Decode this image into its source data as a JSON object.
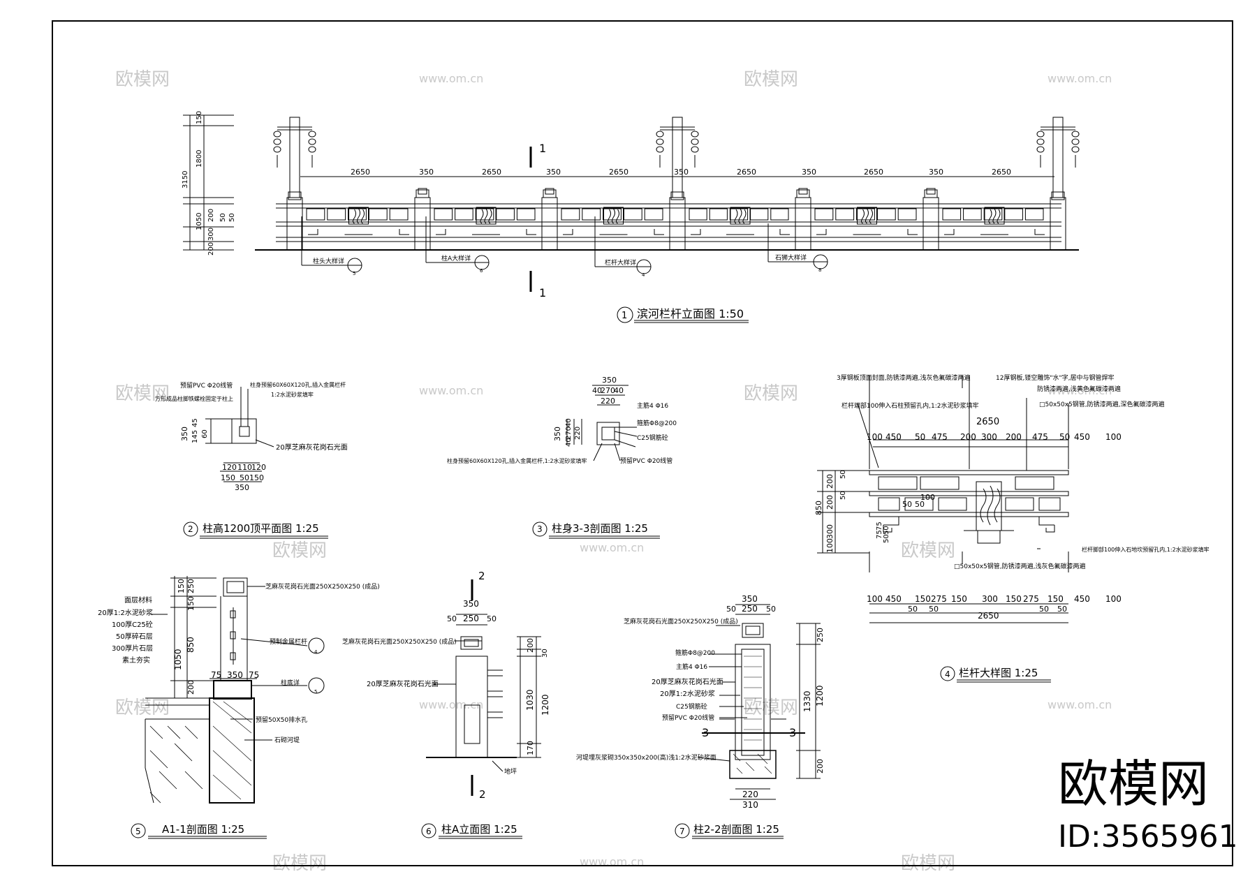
{
  "watermark": {
    "logo": "欧模网",
    "url": "www.om.cn"
  },
  "brand": {
    "logo": "欧模网",
    "id": "ID:3565961"
  },
  "section_marks": {
    "one": "1",
    "two": "2",
    "three": "3"
  },
  "view1": {
    "num": "1",
    "title": "滨河栏杆立面图 1:50",
    "spans": [
      "2650",
      "350",
      "2650",
      "350",
      "2650",
      "350",
      "2650",
      "350",
      "2650",
      "350",
      "2650"
    ],
    "heights": [
      "3150",
      "1800",
      "150",
      "1050",
      "300",
      "200",
      "200",
      "50",
      "50"
    ],
    "callouts": [
      {
        "text": "柱头大样详",
        "ref": "5"
      },
      {
        "text": "柱A大样详",
        "ref": "6"
      },
      {
        "text": "栏杆大样详",
        "ref": "4"
      },
      {
        "text": "石狮大样详",
        "ref": "8"
      }
    ]
  },
  "view2": {
    "num": "2",
    "title": "柱高1200顶平面图 1:25",
    "notes": [
      "预留PVC Φ20线管",
      "柱身预留60X60X120孔,插入金属栏杆",
      "方形成品柱脚铁螺栓固定于柱上",
      "1:2水泥砂浆填牢",
      "20厚芝麻灰花岗石光面"
    ],
    "dims": [
      "350",
      "45",
      "145",
      "60",
      "120",
      "110",
      "120",
      "150",
      "50",
      "150",
      "350"
    ]
  },
  "view3": {
    "num": "3",
    "title": "柱身3-3剖面图 1:25",
    "notes": [
      "主筋4 Φ16",
      "箍筋Φ8@200",
      "C25钢筋砼",
      "柱身预留60X60X120孔,插入金属栏杆,1:2水泥砂浆填牢",
      "预留PVC Φ20线管"
    ],
    "dims": [
      "350",
      "40",
      "270",
      "40",
      "220",
      "350",
      "40",
      "270",
      "40",
      "220"
    ]
  },
  "view4": {
    "num": "4",
    "title": "栏杆大样图 1:25",
    "notes": [
      "3厚钢板顶面封面,防锈漆两遍,浅灰色氟碳漆两遍",
      "12厚钢板,镂空雕饰\"水\"字,居中与钢管焊牢",
      "防锈漆两遍,浅黄色氟碳漆两遍",
      "□50x50x5钢管,防锈漆两遍,深色氟碳漆两遍",
      "栏杆端部100伸入石柱预留孔内,1:2水泥砂浆填牢",
      "栏杆脚部100伸入石地坎预留孔内,1:2水泥砂浆填牢",
      "□50x50x5钢管,防锈漆两遍,浅灰色氟碳漆两遍"
    ],
    "top_dims": [
      "100",
      "450",
      "50",
      "475",
      "200",
      "300",
      "200",
      "475",
      "50",
      "450",
      "100"
    ],
    "top_total": "2650",
    "left_dims": [
      "850",
      "200",
      "200",
      "300",
      "100",
      "50",
      "50",
      "75",
      "75",
      "50",
      "50"
    ],
    "inner_dims": [
      "50",
      "50",
      "100"
    ],
    "bottom_dims": [
      "100",
      "450",
      "150",
      "275",
      "150",
      "300",
      "150",
      "275",
      "150",
      "450",
      "100"
    ],
    "bottom_sub": [
      "50",
      "50",
      "50",
      "50"
    ],
    "bottom_total": "2650"
  },
  "view5": {
    "num": "5",
    "title": "A1-1剖面图 1:25",
    "layers": [
      "面层材料",
      "20厚1:2水泥砂浆",
      "100厚C25砼",
      "50厚碎石层",
      "300厚片石层",
      "素土夯实"
    ],
    "notes": [
      "芝麻灰花岗石光面250X250X250 (成品)",
      "预制金属栏杆",
      "柱底详",
      "预留50X50排水孔",
      "石砌河堤"
    ],
    "dims": [
      "150",
      "250",
      "150",
      "850",
      "1050",
      "200",
      "75",
      "350",
      "75"
    ],
    "callouts": [
      {
        "ref": "4"
      },
      {
        "ref": "5"
      }
    ]
  },
  "view6": {
    "num": "6",
    "title": "柱A立面图 1:25",
    "notes": [
      "芝麻灰花岗石光面250X250X250 (成品)",
      "20厚芝麻灰花岗石光面",
      "地坪"
    ],
    "dims": [
      "350",
      "50",
      "250",
      "50",
      "200",
      "30",
      "1030",
      "1200",
      "170"
    ]
  },
  "view7": {
    "num": "7",
    "title": "柱2-2剖面图 1:25",
    "notes": [
      "芝麻灰花岗石光面250X250X250 (成品)",
      "箍筋Φ8@200",
      "主筋4 Φ16",
      "20厚芝麻灰花岗石光面",
      "20厚1:2水泥砂浆",
      "C25钢筋砼",
      "预留PVC Φ20线管",
      "河堤埋灰浆砌350x350x200(高)浅1:2水泥砂浆面"
    ],
    "dims": [
      "350",
      "50",
      "250",
      "50",
      "250",
      "1200",
      "1330",
      "200",
      "220",
      "310"
    ]
  }
}
